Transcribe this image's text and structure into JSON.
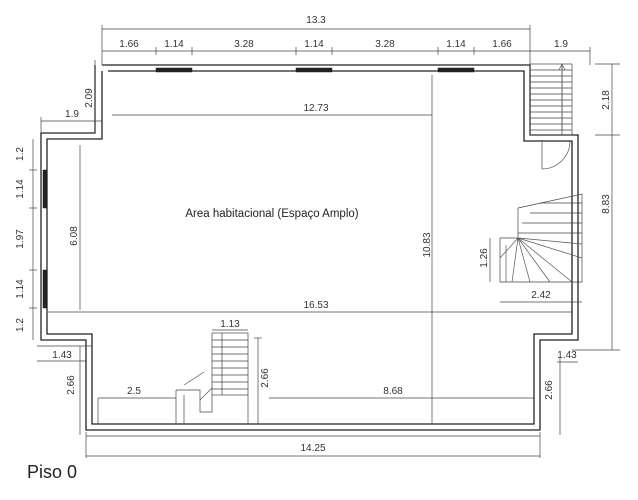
{
  "caption": "Piso 0",
  "room_label": "Area habitacional (Espaço Amplo)",
  "dimensions": {
    "top_total": "13.3",
    "top_seg1": "1.66",
    "top_seg2": "1.14",
    "top_seg3": "3.28",
    "top_seg4": "1.14",
    "top_seg5": "3.28",
    "top_seg6": "1.14",
    "top_seg7": "1.66",
    "top_right": "1.9",
    "left_top_vertical": "2.09",
    "left_top_horizontal": "1.9",
    "left_seg1": "1.2",
    "left_seg2": "1.14",
    "left_seg3": "1.97",
    "left_seg4": "1.14",
    "left_seg5": "1.2",
    "inner_width_top": "12.73",
    "inner_height_left": "6.08",
    "inner_width_mid": "16.53",
    "inner_height_center": "10.83",
    "right_top": "2.18",
    "right_total": "8.83",
    "stair_height": "1.26",
    "stair_width": "2.42",
    "left_bottom_horizontal": "1.43",
    "left_bottom_vertical": "2.66",
    "bottom_left_width": "2.5",
    "stair_bottom_width": "1.13",
    "stair_bottom_height": "2.66",
    "bottom_right_width": "8.68",
    "right_bottom_vertical": "2.66",
    "right_bottom_horizontal": "1.43",
    "bottom_total": "14.25"
  }
}
